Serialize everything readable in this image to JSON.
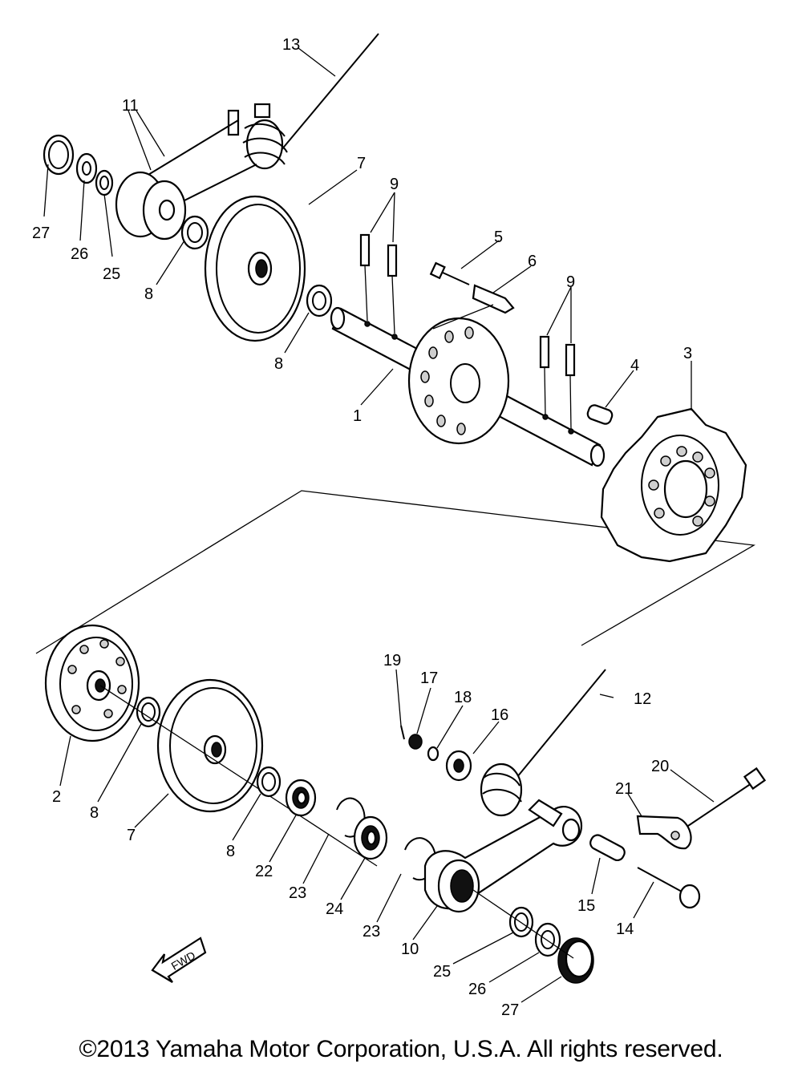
{
  "callouts": {
    "c1": "1",
    "c2": "2",
    "c3": "3",
    "c4": "4",
    "c5": "5",
    "c6": "6",
    "c7a": "7",
    "c7b": "7",
    "c8a": "8",
    "c8b": "8",
    "c8c": "8",
    "c8d": "8",
    "c9a": "9",
    "c9b": "9",
    "c10": "10",
    "c11": "11",
    "c12": "12",
    "c13": "13",
    "c14": "14",
    "c15": "15",
    "c16": "16",
    "c17": "17",
    "c18": "18",
    "c19": "19",
    "c20": "20",
    "c21": "21",
    "c22": "22",
    "c23a": "23",
    "c23b": "23",
    "c24": "24",
    "c25a": "25",
    "c25b": "25",
    "c26a": "26",
    "c26b": "26",
    "c27a": "27",
    "c27b": "27"
  },
  "fwd_label": "FWD",
  "copyright": "©2013 Yamaha Motor Corporation, U.S.A. All rights reserved."
}
